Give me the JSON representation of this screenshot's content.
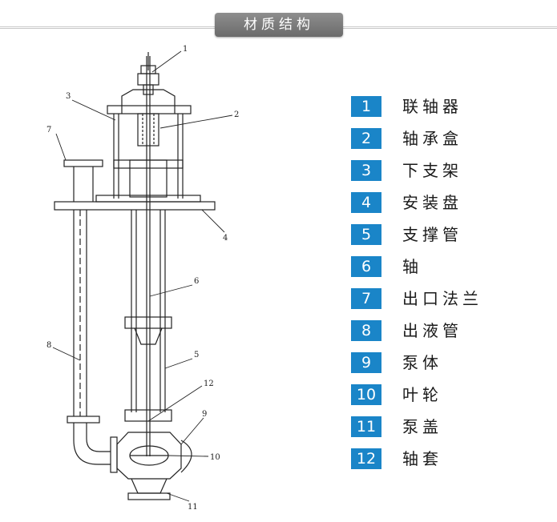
{
  "header": {
    "title": "材质结构"
  },
  "diagram": {
    "callouts": [
      "1",
      "2",
      "3",
      "4",
      "5",
      "6",
      "7",
      "8",
      "9",
      "10",
      "11",
      "12"
    ]
  },
  "legend": [
    {
      "num": "1",
      "name": "联轴器"
    },
    {
      "num": "2",
      "name": "轴承盒"
    },
    {
      "num": "3",
      "name": "下支架"
    },
    {
      "num": "4",
      "name": "安装盘"
    },
    {
      "num": "5",
      "name": "支撑管"
    },
    {
      "num": "6",
      "name": "轴"
    },
    {
      "num": "7",
      "name": "出口法兰"
    },
    {
      "num": "8",
      "name": "出液管"
    },
    {
      "num": "9",
      "name": "泵体"
    },
    {
      "num": "10",
      "name": "叶轮"
    },
    {
      "num": "11",
      "name": "泵盖"
    },
    {
      "num": "12",
      "name": "轴套"
    }
  ]
}
